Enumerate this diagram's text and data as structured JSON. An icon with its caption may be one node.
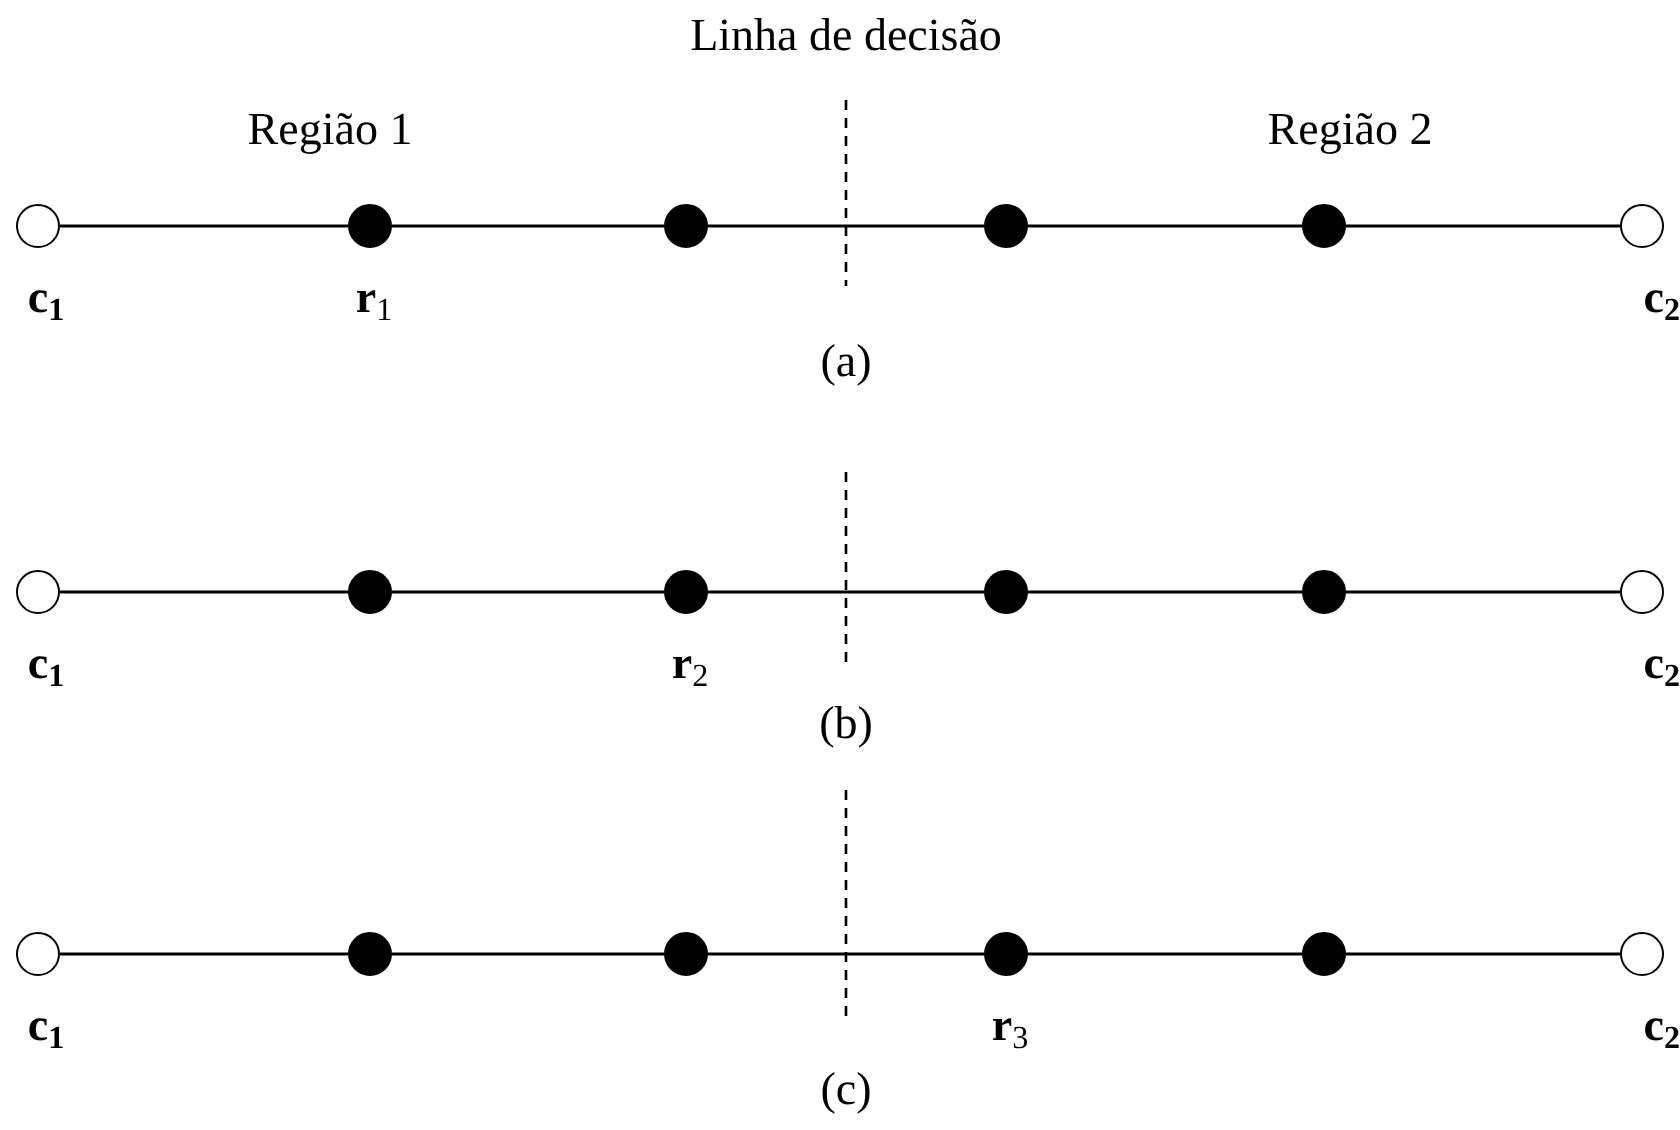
{
  "diagram": {
    "nodes": [
      {
        "text": [],
        "shape": "circle",
        "beside": [
          "c$_{1}$"
        ]
      },
      {
        "text": [],
        "shape": "circle",
        "beside": [
          "**r**$_{1}$"
        ]
      },
      {
        "text": [],
        "shape": "circle"
      },
      {
        "text": [],
        "shape": "circle"
      },
      {
        "text": [],
        "shape": "circle"
      },
      {
        "text": [],
        "shape": "circle",
        "beside": [
          "c$_{2}$"
        ]
      },
      {
        "text": [],
        "shape": "circle",
        "beside": [
          "c$_{1}$"
        ]
      },
      {
        "text": [],
        "shape": "circle"
      },
      {
        "text": [],
        "shape": "circle",
        "beside": [
          "**r**$_{2}$"
        ]
      },
      {
        "text": [],
        "shape": "circle"
      },
      {
        "text": [],
        "shape": "circle"
      },
      {
        "text": [],
        "shape": "circle",
        "beside": [
          "c$_{2}$"
        ]
      },
      {
        "text": [],
        "shape": "circle",
        "beside": [
          "c$_{1}$"
        ]
      },
      {
        "text": [],
        "shape": "circle"
      },
      {
        "text": [],
        "shape": "circle"
      },
      {
        "text": [],
        "shape": "circle",
        "beside": [
          "**r**$_{3}$"
        ]
      },
      {
        "text": [],
        "shape": "circle"
      },
      {
        "text": [],
        "shape": "circle",
        "beside": [
          "c$_{2}$"
        ]
      }
    ],
    "edges": [
      {
        "from": 0,
        "to": 1,
        "arrow": "none"
      },
      {
        "from": 1,
        "to": 2,
        "arrow": "none"
      },
      {
        "from": 2,
        "to": 3,
        "arrow": "none"
      },
      {
        "from": 3,
        "to": 4,
        "arrow": "none"
      },
      {
        "from": 4,
        "to": 5,
        "arrow": "none"
      },
      {
        "from": 6,
        "to": 7,
        "arrow": "none"
      },
      {
        "from": 7,
        "to": 8,
        "arrow": "none"
      },
      {
        "from": 8,
        "to": 9,
        "arrow": "none"
      },
      {
        "from": 9,
        "to": 10,
        "arrow": "none"
      },
      {
        "from": 10,
        "to": 11,
        "arrow": "none"
      },
      {
        "from": 12,
        "to": 13,
        "arrow": "none"
      },
      {
        "from": 13,
        "to": 14,
        "arrow": "none"
      },
      {
        "from": 14,
        "to": 15,
        "arrow": "none"
      },
      {
        "from": 15,
        "to": 16,
        "arrow": "none"
      },
      {
        "from": 16,
        "to": 17,
        "arrow": "none"
      }
    ],
    "labels": [
      "Linha de decisão",
      "Região 1",
      "Região 2",
      "(a)",
      "(b)",
      "(c)"
    ]
  }
}
